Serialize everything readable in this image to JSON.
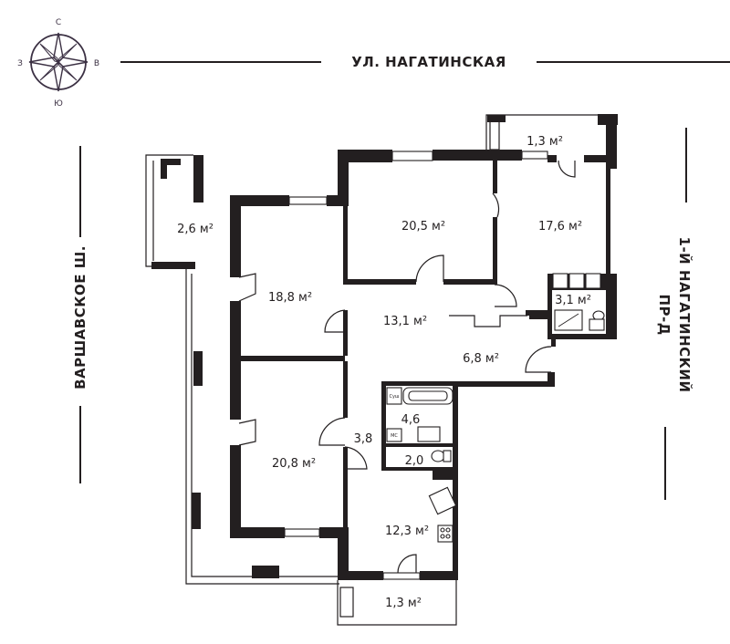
{
  "compass": {
    "north": "С",
    "south": "Ю",
    "east": "В",
    "west": "З"
  },
  "streets": {
    "top": "УЛ. НАГАТИНСКАЯ",
    "left": "ВАРШАВСКОЕ Ш.",
    "right_line1": "1-Й НАГАТИНСКИЙ",
    "right_line2": "ПР-Д"
  },
  "rooms": {
    "balcony_top_right": "1,3 м²",
    "loggia_left": "2,6 м²",
    "room_north": "20,5 м²",
    "room_northeast": "17,6 м²",
    "room_west_upper": "18,8 м²",
    "bath_east": "3,1 м²",
    "hall": "13,1 м²",
    "corridor": "6,8 м²",
    "room_west_lower": "20,8 м²",
    "bathroom": "4,6",
    "passage": "3,8",
    "wc": "2,0",
    "kitchen": "12,3 м²",
    "balcony_bottom": "1,3 м²"
  },
  "labels": {
    "dryer": "Суш",
    "washer": "МС"
  },
  "colors": {
    "walls": "#231f20",
    "compass": "#3b3043",
    "background": "#ffffff"
  }
}
